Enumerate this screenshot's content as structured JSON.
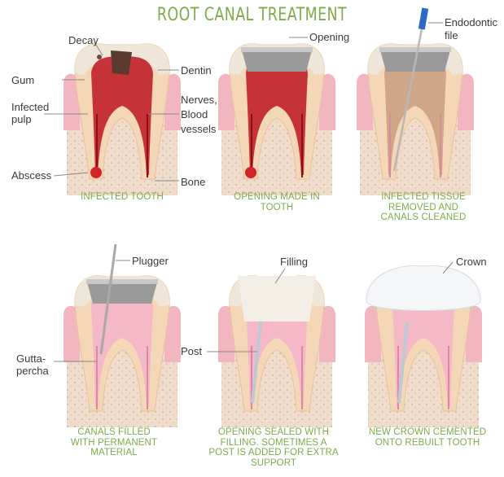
{
  "title": "ROOT CANAL TREATMENT",
  "colors": {
    "caption": "#7dab4b",
    "gum": "#f2b6c0",
    "bone": "#ead1bf",
    "dentin": "#f3d7b6",
    "infection": "#c0202a",
    "gutta": "#f4b6c8",
    "filling": "#f3efe6",
    "label": "#3a3a3a"
  },
  "panels": [
    {
      "caption": [
        "INFECTED TOOTH"
      ],
      "labels": {
        "decay": "Decay",
        "gum": "Gum",
        "infected_pulp": [
          "Infected",
          "pulp"
        ],
        "abscess": "Abscess",
        "dentin": "Dentin",
        "nerves": [
          "Nerves,",
          "Blood",
          "vessels"
        ],
        "bone": "Bone"
      }
    },
    {
      "caption": [
        "OPENING MADE IN",
        "TOOTH"
      ],
      "labels": {
        "opening": "Opening"
      }
    },
    {
      "caption": [
        "INFECTED TISSUE",
        "REMOVED AND",
        "CANALS CLEANED"
      ],
      "labels": {
        "endodontic_file": [
          "Endodontic",
          "file"
        ]
      }
    },
    {
      "caption": [
        "CANALS FILLED",
        "WITH PERMANENT",
        "MATERIAL"
      ],
      "labels": {
        "plugger": "Plugger",
        "gutta_percha": [
          "Gutta-",
          "percha"
        ]
      }
    },
    {
      "caption": [
        "OPENING SEALED WITH",
        "FILLING. SOMETIMES A",
        "POST IS ADDED FOR EXTRA",
        "SUPPORT"
      ],
      "labels": {
        "filling": "Filling",
        "post": "Post"
      }
    },
    {
      "caption": [
        "NEW CROWN CEMENTED",
        "ONTO REBUILT TOOTH"
      ],
      "labels": {
        "crown": "Crown"
      }
    }
  ]
}
